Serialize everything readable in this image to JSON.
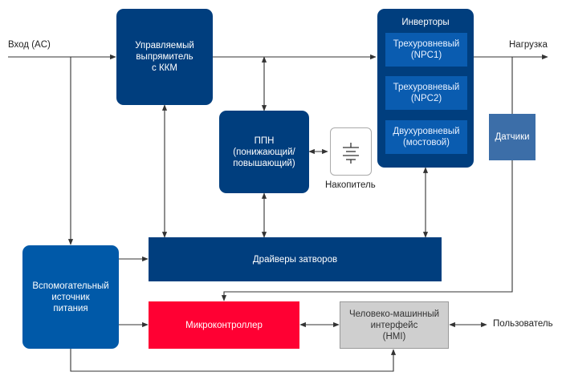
{
  "colors": {
    "dark_block": "#003e7e",
    "medium_block": "#0059a8",
    "inner_block": "#0a5cb0",
    "sensors": "#3c6ea8",
    "microcontroller": "#ff0033",
    "hmi": "#cfcfcf",
    "wire": "#333333"
  },
  "labels": {
    "input": "Вход (AC)",
    "load": "Нагрузка",
    "storage": "Накопитель",
    "user": "Пользователь"
  },
  "blocks": {
    "rectifier": [
      "Управляемый",
      "выпрямитель",
      "с ККМ"
    ],
    "converter": [
      "ППН",
      "(понижающий/",
      "повышающий)"
    ],
    "inverters": {
      "title": "Инверторы",
      "items": [
        [
          "Трехуровневый",
          "(NPC1)"
        ],
        [
          "Трехуровневый",
          "(NPC2)"
        ],
        [
          "Двухуровневый",
          "(мостовой)"
        ]
      ]
    },
    "sensors": "Датчики",
    "gate_drivers": "Драйверы затворов",
    "aux_power": [
      "Вспомогательный",
      "источник",
      "питания"
    ],
    "microcontroller": "Микроконтроллер",
    "hmi": [
      "Человеко-машинный",
      "интерфейс",
      "(HMI)"
    ]
  }
}
